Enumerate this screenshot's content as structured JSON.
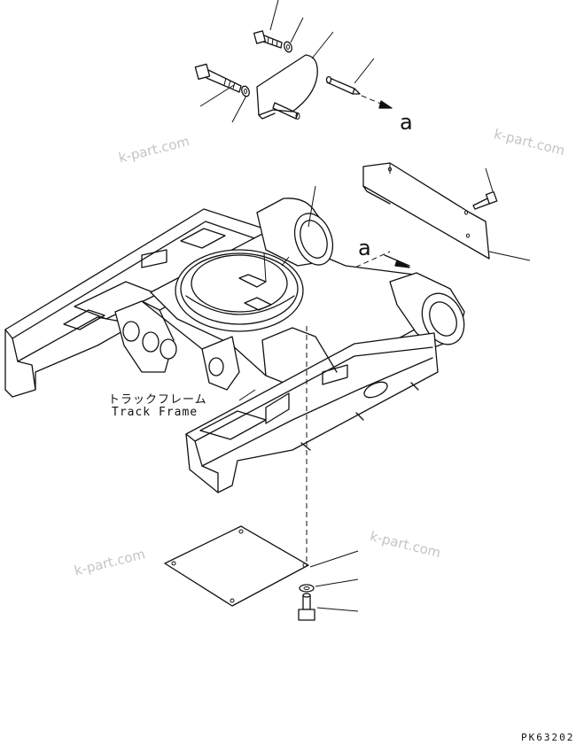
{
  "diagram": {
    "label_jp": "トラックフレーム",
    "label_en": "Track Frame",
    "arrow_label_top": "a",
    "arrow_label_mid": "a",
    "page_code": "PK63202"
  },
  "watermarks": [
    "k-part.com",
    "k-part.com",
    "k-part.com",
    "k-part.com"
  ]
}
